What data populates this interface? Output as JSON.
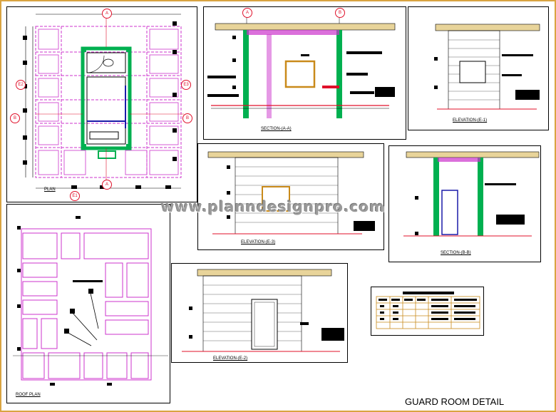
{
  "sheet_title": "GUARD ROOM DETAIL",
  "watermark": "www.planndesignpro.com",
  "views": {
    "plan": {
      "label": "PLAN",
      "section_marks": [
        "A",
        "B",
        "E1",
        "E2",
        "E3"
      ]
    },
    "section_aa": {
      "label": "SECTION-(A-A)"
    },
    "elevation_e1": {
      "label": "ELEVATION-(E-1)"
    },
    "elevation_e3": {
      "label": "ELEVATION-(E-3)"
    },
    "section_bb": {
      "label": "SECTION-(B-B)"
    },
    "elevation_e2": {
      "label": "ELEVATION-(E-2)"
    },
    "roof_plan": {
      "label": "ROOF PLAN"
    }
  },
  "grid_labels": {
    "a_top": "A",
    "a_bottom": "A",
    "b_left": "B",
    "b_right": "B",
    "e1": "E1",
    "e2": "E2",
    "e3": "E3"
  },
  "colors": {
    "border": "#d9a441",
    "grid": "#cc33cc",
    "wall": "#00b050",
    "section": "#e0102a",
    "door": "#1a1aa8",
    "window": "#c98a1a",
    "beam": "#e8d49a"
  }
}
